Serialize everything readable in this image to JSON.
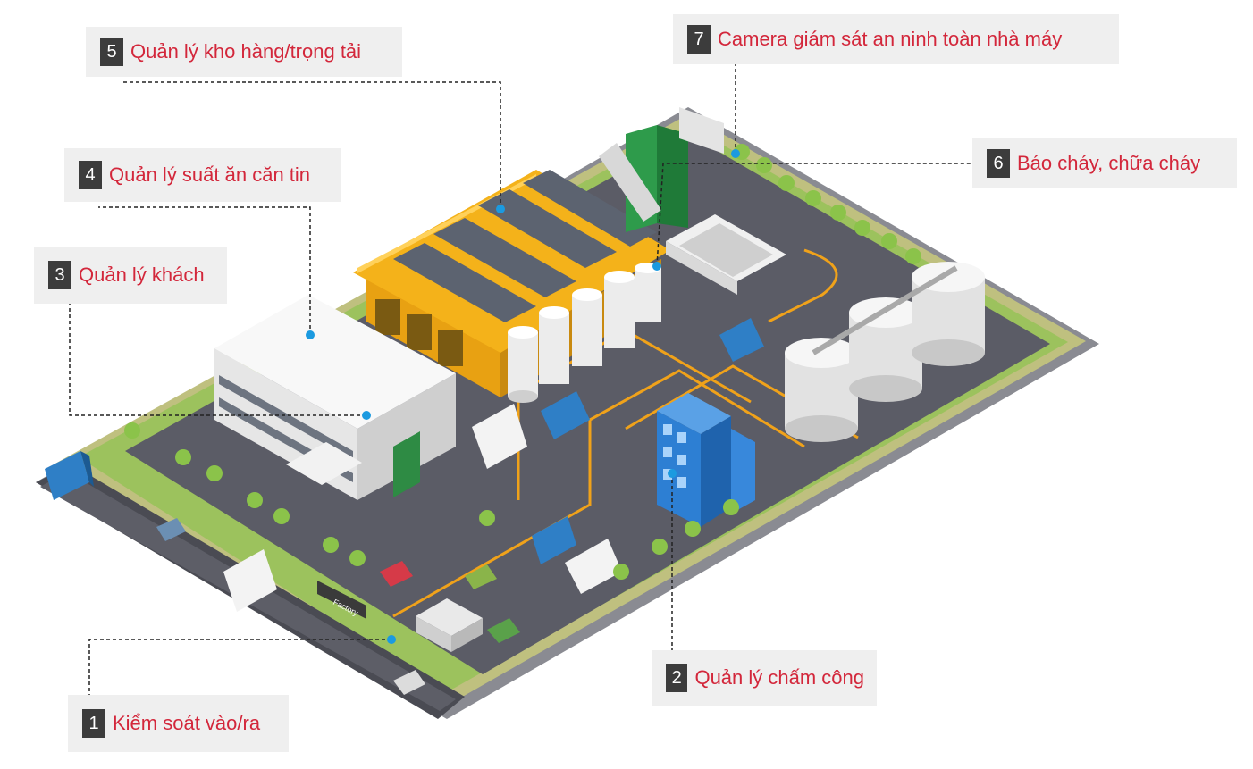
{
  "colors": {
    "label_bg": "#efefef",
    "number_bg": "#3c3c3c",
    "label_text": "#d3273b",
    "marker": "#1b9ae0",
    "leader_line": "#222222",
    "roof": "#f4b21a",
    "grass": "#9cc25d",
    "road": "#5b5c66"
  },
  "callouts": [
    {
      "number": "1",
      "label": "Kiểm soát vào/ra"
    },
    {
      "number": "2",
      "label": "Quản lý chấm công"
    },
    {
      "number": "3",
      "label": "Quản lý khách"
    },
    {
      "number": "4",
      "label": "Quản lý suất ăn căn tin"
    },
    {
      "number": "5",
      "label": "Quản lý kho hàng/trọng tải"
    },
    {
      "number": "6",
      "label": "Báo cháy, chữa cháy"
    },
    {
      "number": "7",
      "label": "Camera giám sát an ninh toàn nhà máy"
    }
  ],
  "scene": {
    "factory_sign": "Factory"
  }
}
